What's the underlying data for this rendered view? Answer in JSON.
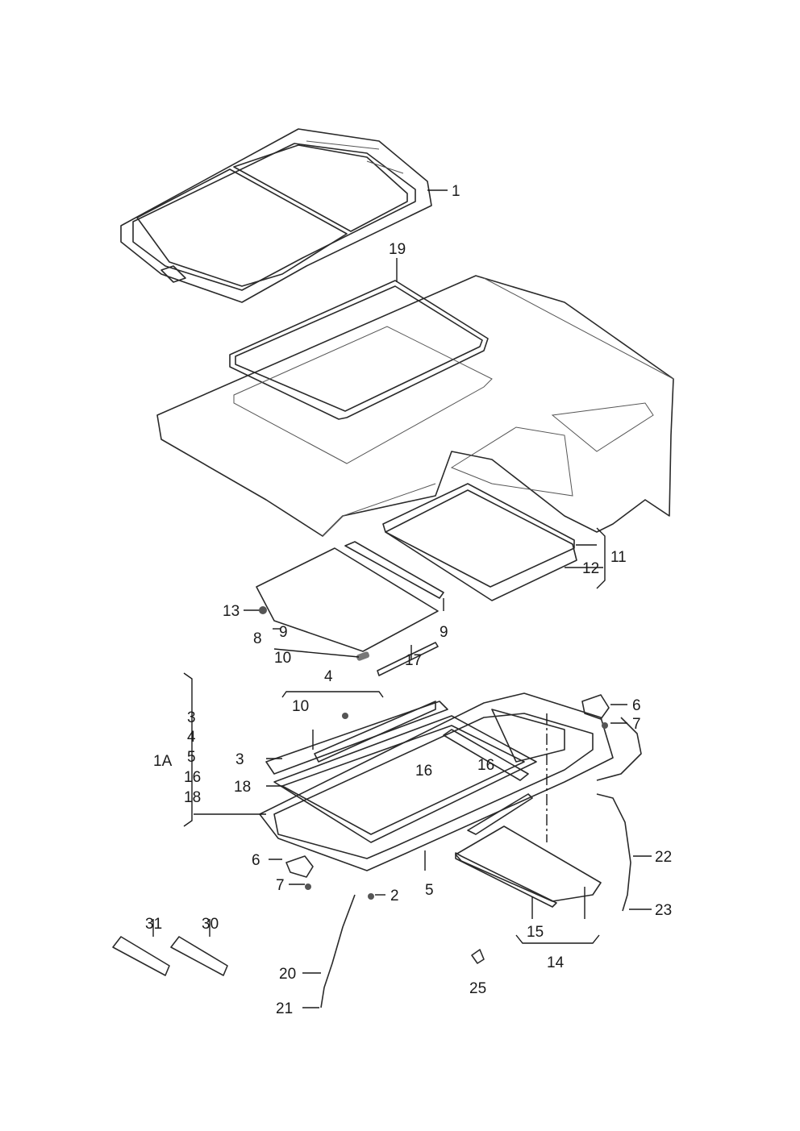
{
  "callouts": {
    "c1": "1",
    "c19": "19",
    "c11": "11",
    "c12": "12",
    "c13": "13",
    "c9a": "9",
    "c9b": "9",
    "c8": "8",
    "c10a": "10",
    "c17": "17",
    "c4": "4",
    "c10b": "10",
    "c3a": "3",
    "c16a": "16",
    "c16b": "16",
    "c18": "18",
    "c6a": "6",
    "c7a": "7",
    "c6b": "6",
    "c7b": "7",
    "c2": "2",
    "c5": "5",
    "c22": "22",
    "c23": "23",
    "c15": "15",
    "c14": "14",
    "c25": "25",
    "c31": "31",
    "c30": "30",
    "c20": "20",
    "c21": "21",
    "g1A": "1A",
    "g3": "3",
    "g4": "4",
    "g5": "5",
    "g16": "16",
    "g18": "18"
  },
  "colors": {
    "glass_dark": "#8e98a4",
    "glass_light": "#d2d8de",
    "panel_fill": "#b7bfc8",
    "body_fill": "#e6e9ed",
    "frame_fill": "#d9dde2"
  }
}
